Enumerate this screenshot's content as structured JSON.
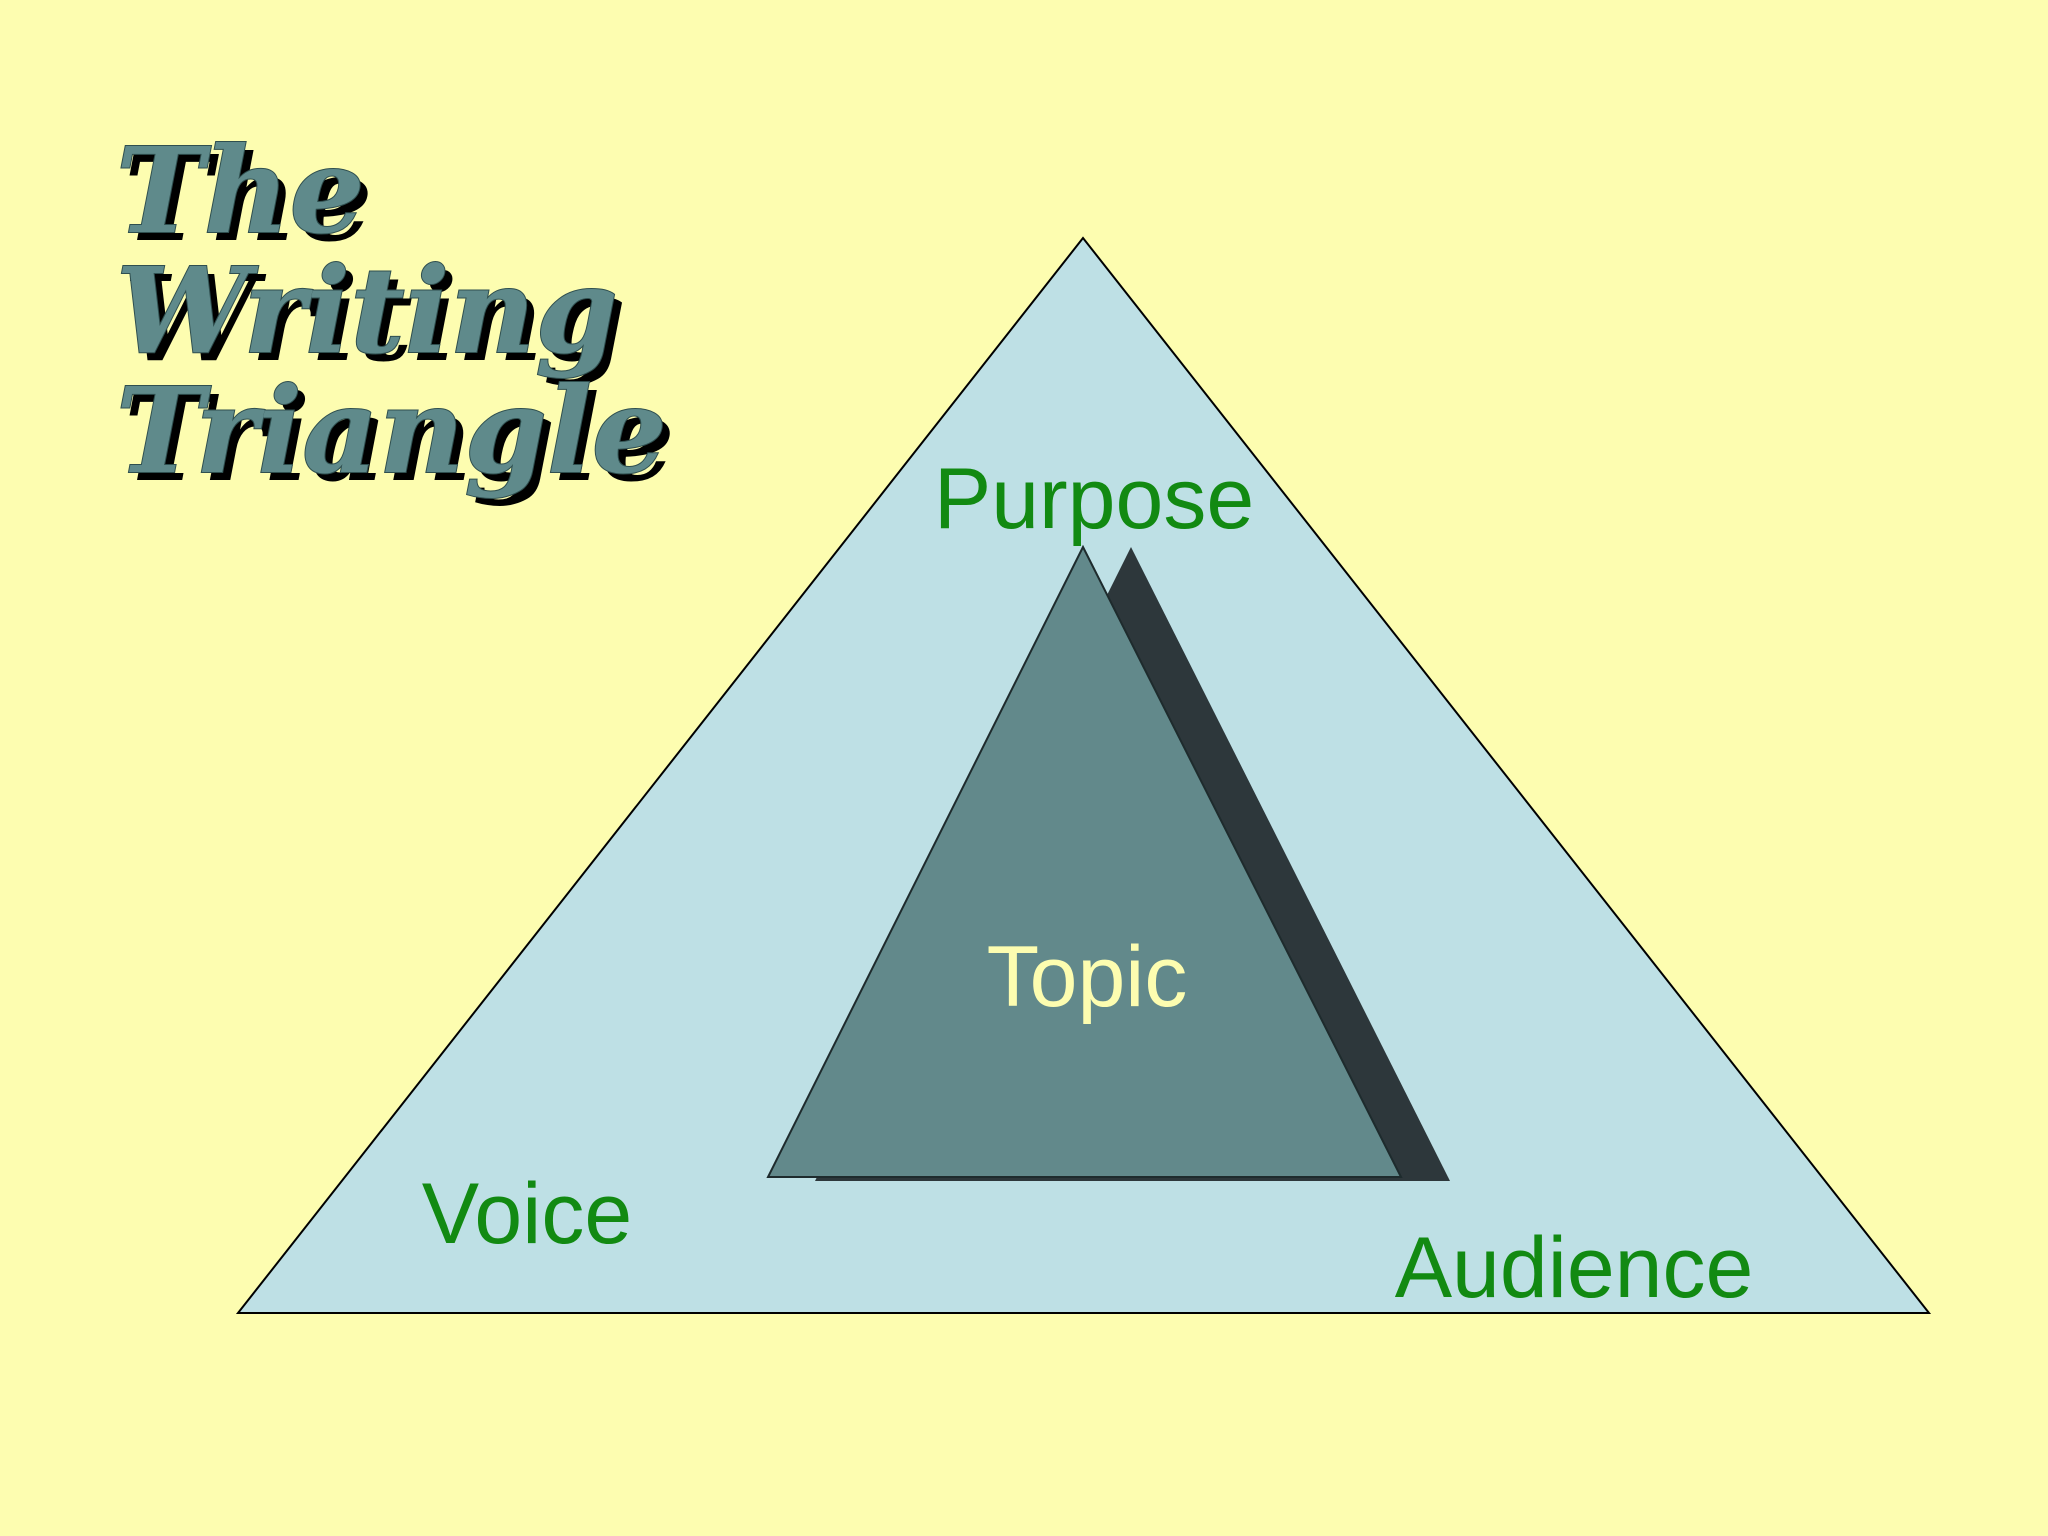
{
  "title": {
    "lines": [
      "The",
      "Writing",
      "Triangle"
    ]
  },
  "labels": {
    "purpose": "Purpose",
    "voice": "Voice",
    "audience": "Audience",
    "topic": "Topic"
  },
  "colors": {
    "background": "#fdfdb0",
    "outer_triangle_fill": "#bee0e5",
    "outer_triangle_stroke": "#000000",
    "inner_triangle_fill": "#62898b",
    "inner_triangle_shadow": "#2d373b",
    "corner_label_color": "#128a12",
    "topic_label_color": "#fdfdb0",
    "title_fill": "#5f8a8b"
  }
}
